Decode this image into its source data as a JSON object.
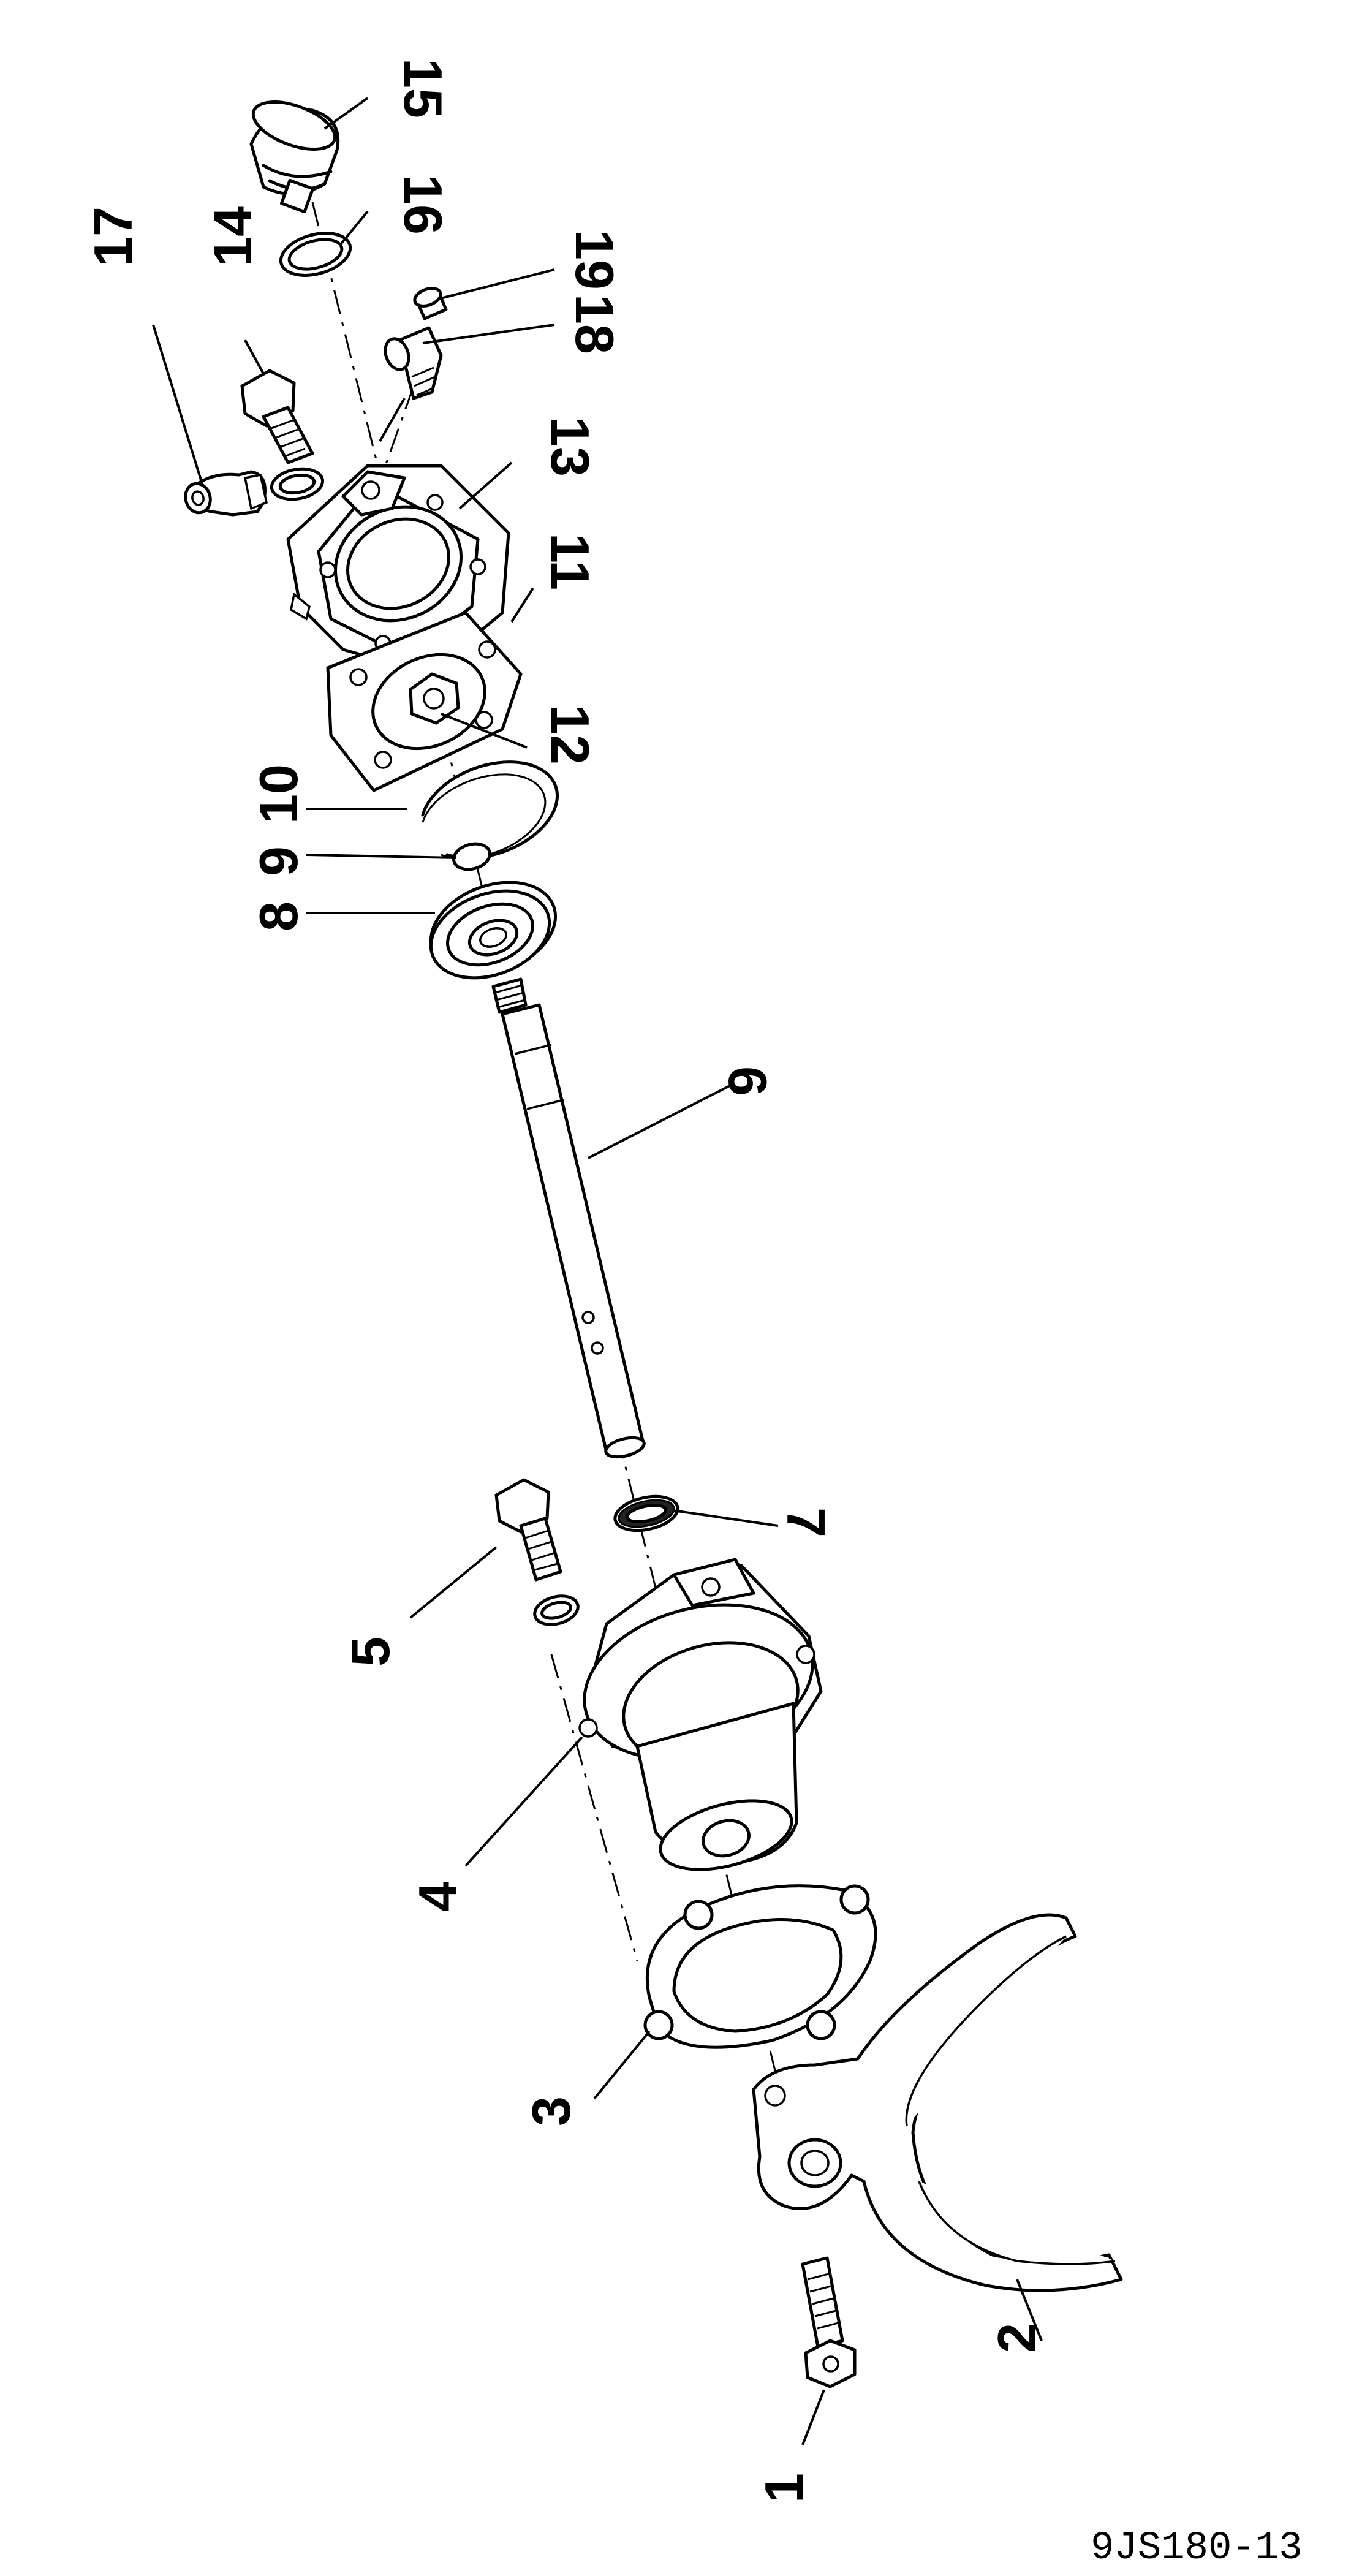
{
  "drawing_reference": "9JS180-13",
  "callouts": [
    "1",
    "2",
    "3",
    "4",
    "5",
    "6",
    "7",
    "8",
    "9",
    "10",
    "11",
    "12",
    "13",
    "14",
    "15",
    "16",
    "17",
    "18",
    "19"
  ]
}
